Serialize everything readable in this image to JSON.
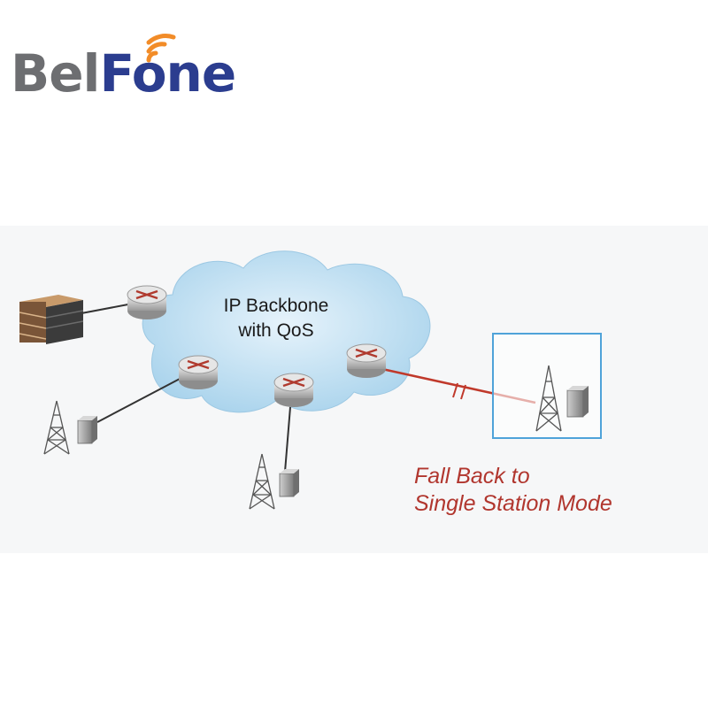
{
  "brand": {
    "name_part1": "Bel",
    "name_part2": "Fone",
    "gray": "#6d6e71",
    "blue": "#2b3d8f",
    "accent": "#f28c28"
  },
  "diagram": {
    "cloud_label_line1": "IP Backbone",
    "cloud_label_line2": "with QoS",
    "fallback_line1": "Fall Back to",
    "fallback_line2": "Single Station Mode",
    "colors": {
      "cloud": "#bfe0f2",
      "link": "#333333",
      "fallback_link": "#c0392b",
      "fallback_box": "#4fa3d9",
      "fallback_text": "#b1362e"
    },
    "icons": [
      "server-stack-icon",
      "router-icon",
      "cell-tower-icon",
      "base-station-icon"
    ]
  }
}
